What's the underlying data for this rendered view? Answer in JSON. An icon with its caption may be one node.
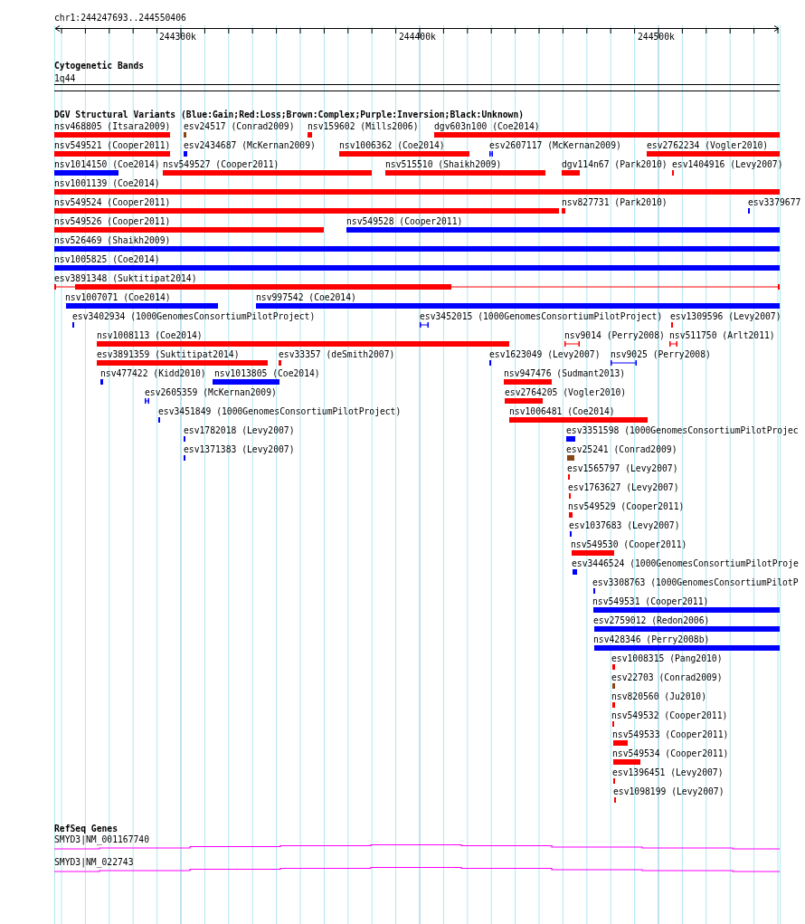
{
  "diagram": {
    "labels": [
      "chr1:244247693..244550406",
      "244300k",
      "244400k",
      "244500k",
      "Cytogenetic Bands",
      "1q44",
      "DGV Structural Variants (Blue:Gain;Red:Loss;Brown:Complex;Purple:Inversion;Black:Unknown)",
      "nsv468805 (Itsara2009)",
      "esv24517 (Conrad2009)",
      "nsv159602 (Mills2006)",
      "dgv603n100 (Coe2014)",
      "nsv549521 (Cooper2011)",
      "esv2434687 (McKernan2009)",
      "nsv1006362 (Coe2014)",
      "esv2607117 (McKernan2009)",
      "esv2762234 (Vogler2010)",
      "nsv1014150 (Coe2014)",
      "nsv549527 (Cooper2011)",
      "nsv515510 (Shaikh2009)",
      "dgv114n67 (Park2010)",
      "esv1404916 (Levy2007)",
      "nsv1001139 (Coe2014)",
      "nsv549524 (Cooper2011)",
      "nsv827731 (Park2010)",
      "esv3379677",
      "nsv549526 (Cooper2011)",
      "nsv549528 (Cooper2011)",
      "nsv526469 (Shaikh2009)",
      "nsv1005825 (Coe2014)",
      "esv3891348 (Suktitipat2014)",
      "nsv1007071 (Coe2014)",
      "nsv997542 (Coe2014)",
      "esv3402934 (1000GenomesConsortiumPilotProject)",
      "esv3452015 (1000GenomesConsortiumPilotProject)",
      "esv1309596 (Levy2007)",
      "nsv1008113 (Coe2014)",
      "nsv9014 (Perry2008)",
      "nsv511750 (Arlt2011)",
      "esv3891359 (Suktitipat2014)",
      "esv33357 (deSmith2007)",
      "esv1623049 (Levy2007)",
      "nsv9025 (Perry2008)",
      "nsv477422 (Kidd2010)",
      "nsv1013805 (Coe2014)",
      "nsv947476 (Sudmant2013)",
      "esv2605359 (McKernan2009)",
      "esv2764205 (Vogler2010)",
      "esv3451849 (1000GenomesConsortiumPilotProject)",
      "nsv1006481 (Coe2014)",
      "esv1782018 (Levy2007)",
      "esv3351598 (1000GenomesConsortiumPilotProjec",
      "esv1371383 (Levy2007)",
      "esv25241 (Conrad2009)",
      "esv1565797 (Levy2007)",
      "esv1763627 (Levy2007)",
      "nsv549529 (Cooper2011)",
      "esv1037683 (Levy2007)",
      "nsv549530 (Cooper2011)",
      "esv3446524 (1000GenomesConsortiumPilotProje",
      "esv3308763 (1000GenomesConsortiumPilotP",
      "nsv549531 (Cooper2011)",
      "esv2759012 (Redon2006)",
      "nsv428346 (Perry2008b)",
      "esv1008315 (Pang2010)",
      "esv22703 (Conrad2009)",
      "nsv820560 (Ju2010)",
      "nsv549532 (Cooper2011)",
      "nsv549533 (Cooper2011)",
      "nsv549534 (Cooper2011)",
      "esv1396451 (Levy2007)",
      "esv1098199 (Levy2007)",
      "RefSeq Genes",
      "SMYD3|NM_001167740",
      "SMYD3|NM_022743"
    ]
  }
}
